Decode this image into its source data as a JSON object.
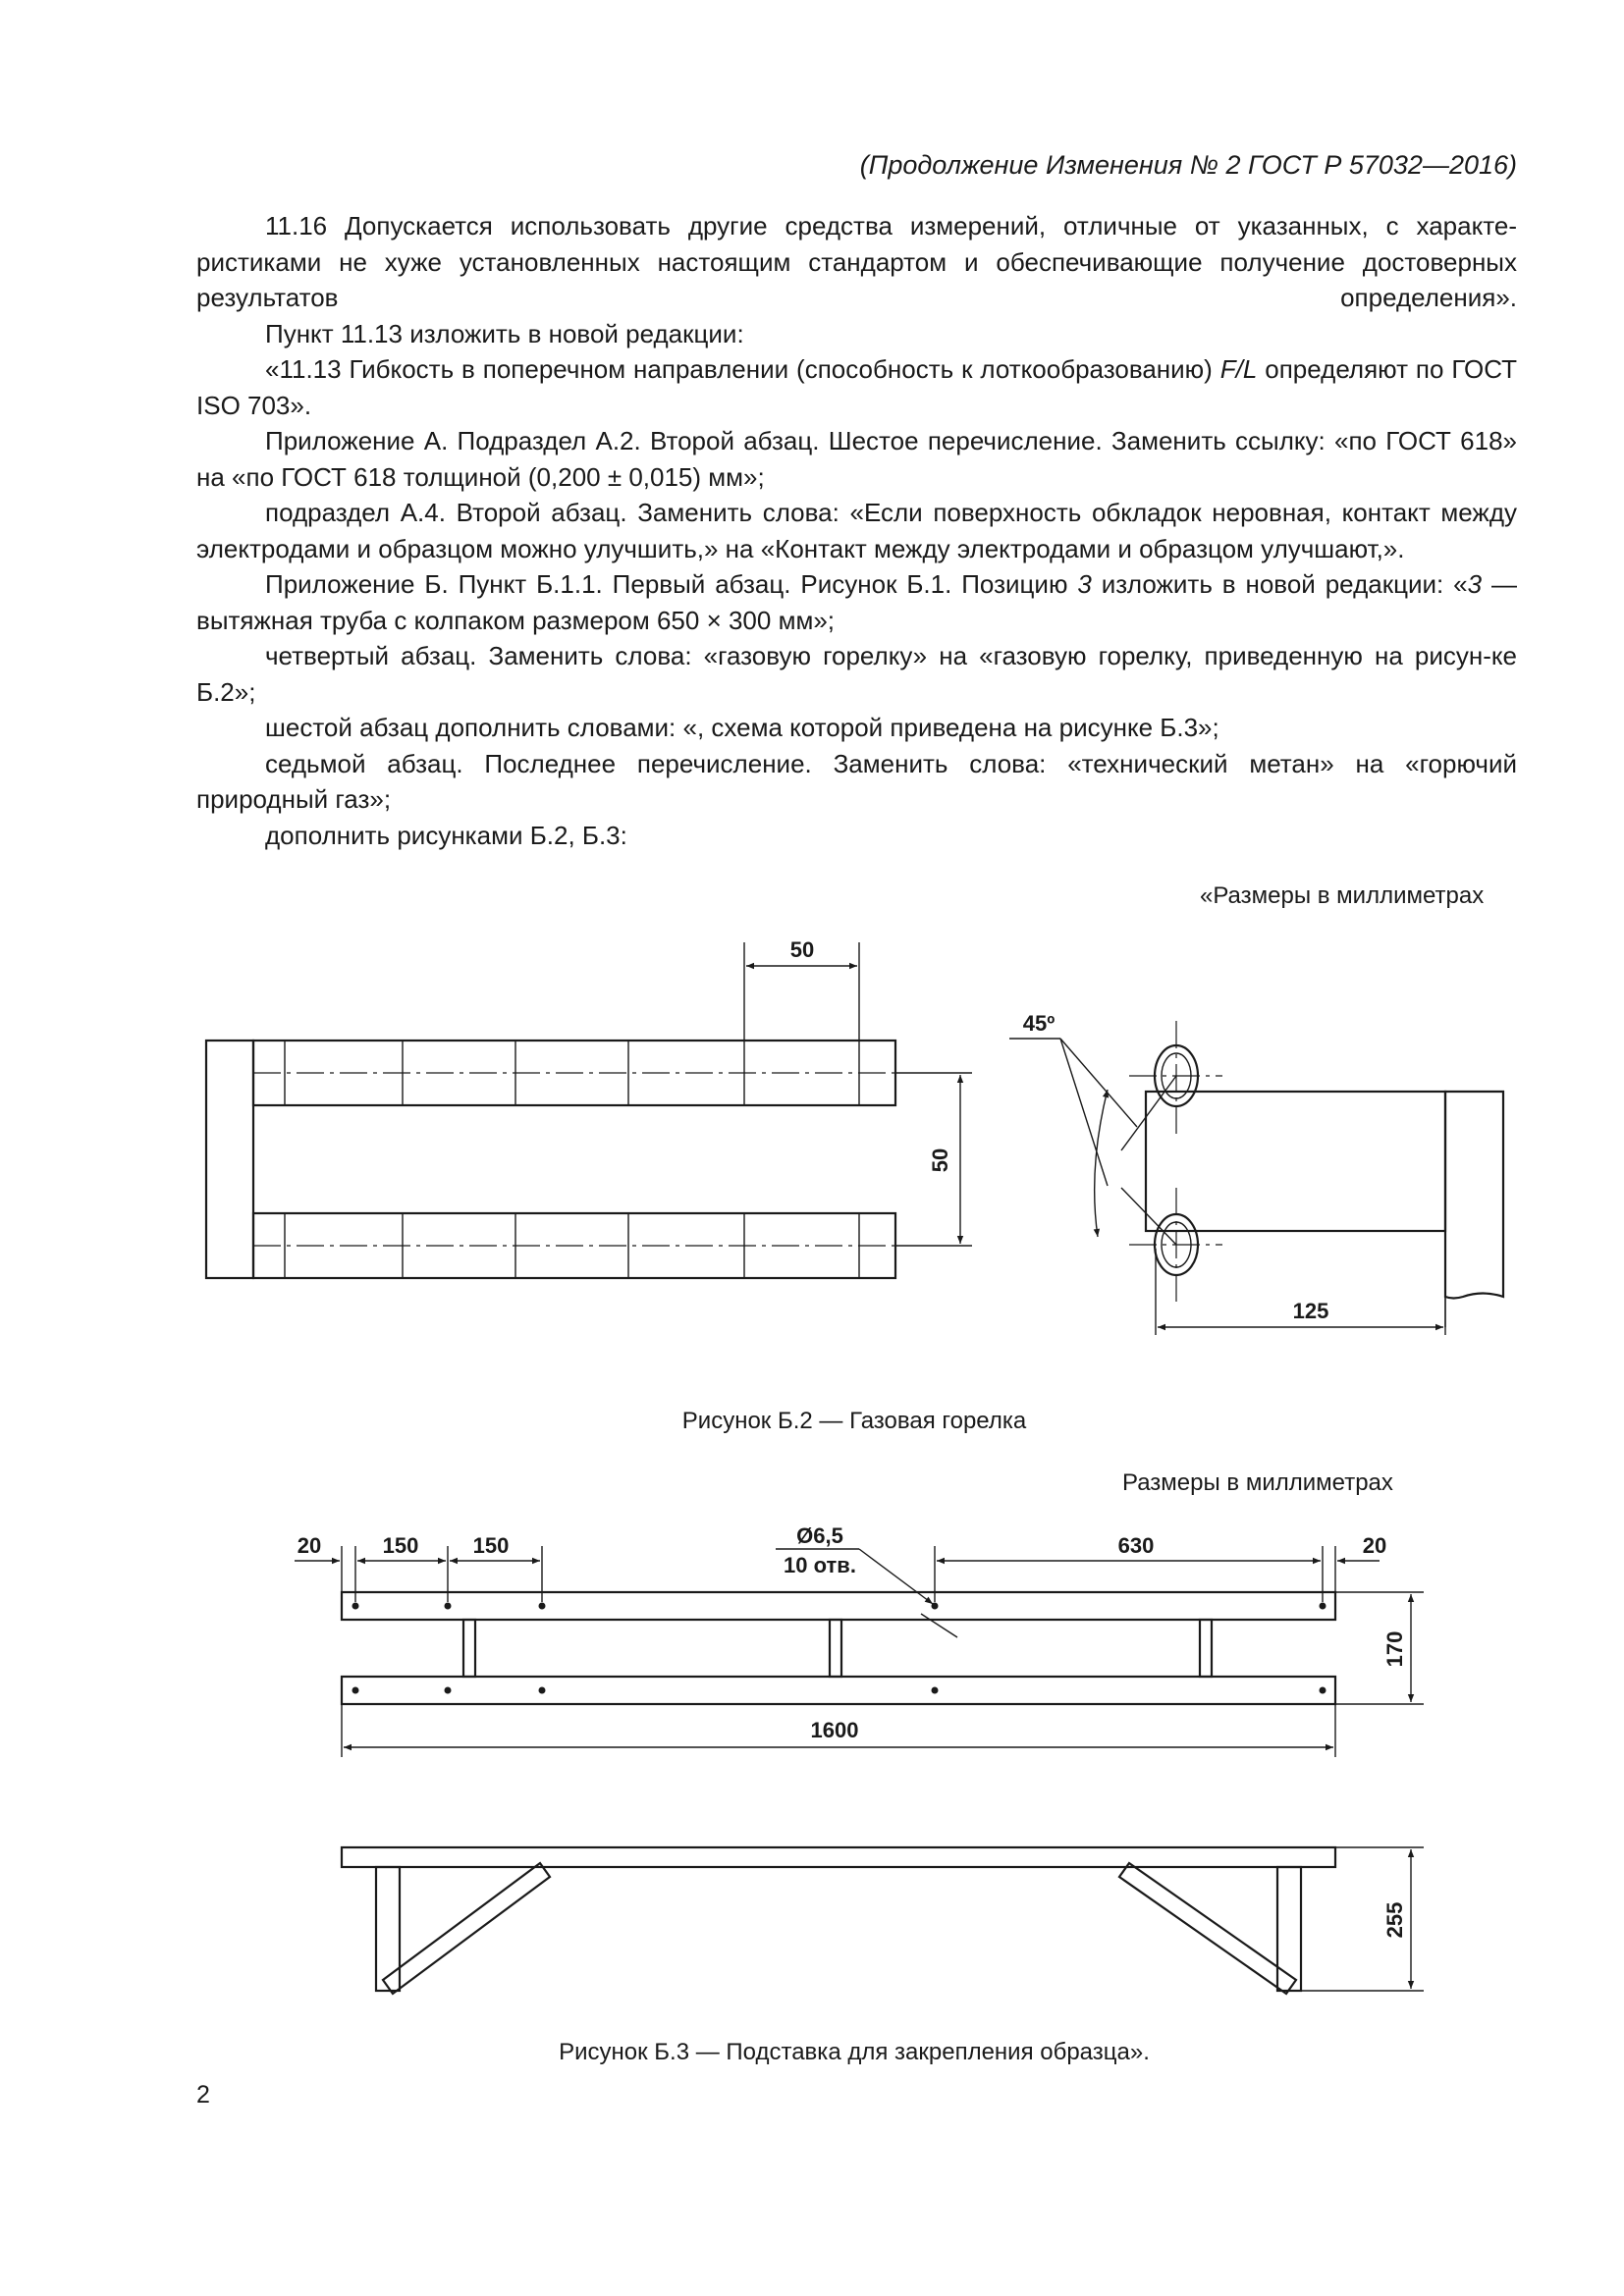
{
  "header": "(Продолжение Изменения № 2 ГОСТ Р 57032—2016)",
  "paragraphs": [
    {
      "text": "11.16 Допускается использовать другие средства измерений, отличные от указанных, с характе-ристиками не хуже установленных настоящим стандартом и обеспечивающие получение достоверных результатов определения»."
    },
    {
      "text": "Пункт 11.13 изложить в новой редакции:"
    },
    {
      "pre": "«11.13 Гибкость в поперечном направлении (способность к лоткообразованию) ",
      "italic": "F/L",
      "post": " определяют по ГОСТ ISO 703»."
    },
    {
      "text": "Приложение А. Подраздел А.2. Второй абзац. Шестое перечисление. Заменить ссылку: «по ГОСТ 618» на «по ГОСТ 618 толщиной (0,200 ± 0,015) мм»;"
    },
    {
      "text": "подраздел А.4. Второй абзац. Заменить слова: «Если поверхность обкладок неровная, контакт между электродами и образцом можно улучшить,» на «Контакт между электродами и образцом улучшают,»."
    },
    {
      "pre": "Приложение Б. Пункт Б.1.1. Первый абзац. Рисунок Б.1. Позицию ",
      "italic": "3",
      "post": " изложить в новой редакции: «",
      "italic2": "3",
      "post2": " — вытяжная труба с колпаком размером 650 × 300 мм»;"
    },
    {
      "text": "четвертый абзац. Заменить слова: «газовую горелку» на «газовую горелку, приведенную на рисун-ке Б.2»;"
    },
    {
      "text": "шестой абзац дополнить словами: «, схема которой приведена на рисунке Б.3»;"
    },
    {
      "text": "седьмой абзац. Последнее перечисление. Заменить слова: «технический метан» на «горючий природный газ»;"
    },
    {
      "text": "дополнить рисунками Б.2, Б.3:"
    }
  ],
  "figure_b2": {
    "dims_note": "«Размеры в миллиметрах",
    "dim_top": "50",
    "dim_side": "50",
    "dim_angle": "45º",
    "dim_bottom": "125",
    "caption": "Рисунок Б.2 — Газовая горелка"
  },
  "figure_b3": {
    "dims_note": "Размеры в миллиметрах",
    "dim_20_left": "20",
    "dim_150_a": "150",
    "dim_150_b": "150",
    "dim_hole_diam": "Ø6,5",
    "dim_hole_count": "10 отв.",
    "dim_630": "630",
    "dim_20_right": "20",
    "dim_170": "170",
    "dim_1600": "1600",
    "dim_255": "255",
    "caption": "Рисунок Б.3 — Подставка для закрепления образца»."
  },
  "page_number": "2"
}
